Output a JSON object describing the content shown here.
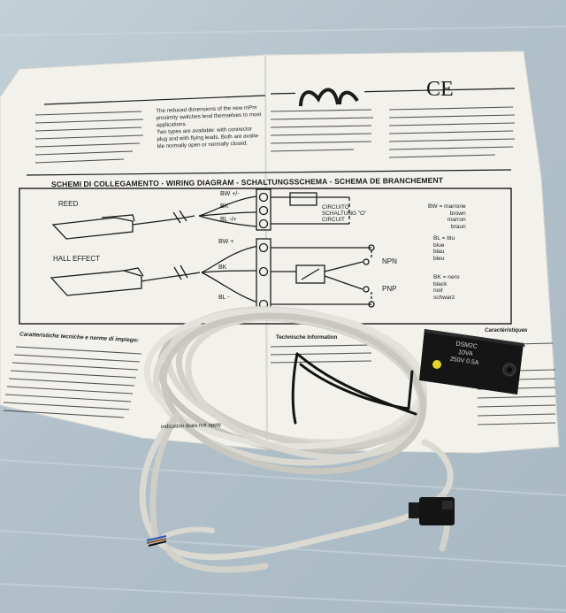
{
  "leaflet": {
    "brand": "mPm",
    "ce_mark": "CE",
    "heading": "SCHEMI DI COLLEGAMENTO - WIRING DIAGRAM - SCHALTUNGSSCHEMA - SCHEMA DE BRANCHEMENT",
    "sensor_reed": "REED",
    "sensor_hall": "HALL EFFECT",
    "reed_terminals": [
      "BW +/-",
      "BK",
      "BL -/+"
    ],
    "hall_terminals": [
      "BW +",
      "BK",
      "BL -"
    ],
    "circuit_lines": [
      "CIRCUITO",
      "SCHALTUNG \"O\"",
      "CIRCUIT"
    ],
    "npn": "NPN",
    "pnp": "PNP",
    "legend_bw": [
      "BW = marrone",
      "brown",
      "marron",
      "braun"
    ],
    "legend_bl": [
      "BL = blu",
      "blue",
      "blau",
      "bleu"
    ],
    "legend_bk": [
      "BK = nero",
      "black",
      "noir",
      "schwarz"
    ],
    "intro_en": [
      "The reduced dimensions of the new mPm",
      "proximity switches lend themselves to most",
      "applications.",
      "Two types are available: with connector",
      "plug and with flying leads. Both are availa-",
      "ble normally open or normally closed."
    ],
    "section_it": "Caratteristiche tecniche e norme di impiego:",
    "section_de": "Technische Information",
    "section_fr": "Caractéristiques",
    "bottom_en": "indication does not apply"
  },
  "sensor": {
    "model": "DSM2C",
    "rating_1": "10VA",
    "rating_2": "250V 0.5A"
  },
  "colors": {
    "background": "#b5c4cc",
    "paper": "#f2f1ec",
    "ink": "#1b1b1b",
    "cable": "#d9d8d1",
    "sensor_body": "#151515",
    "led": "#e7d61f"
  }
}
